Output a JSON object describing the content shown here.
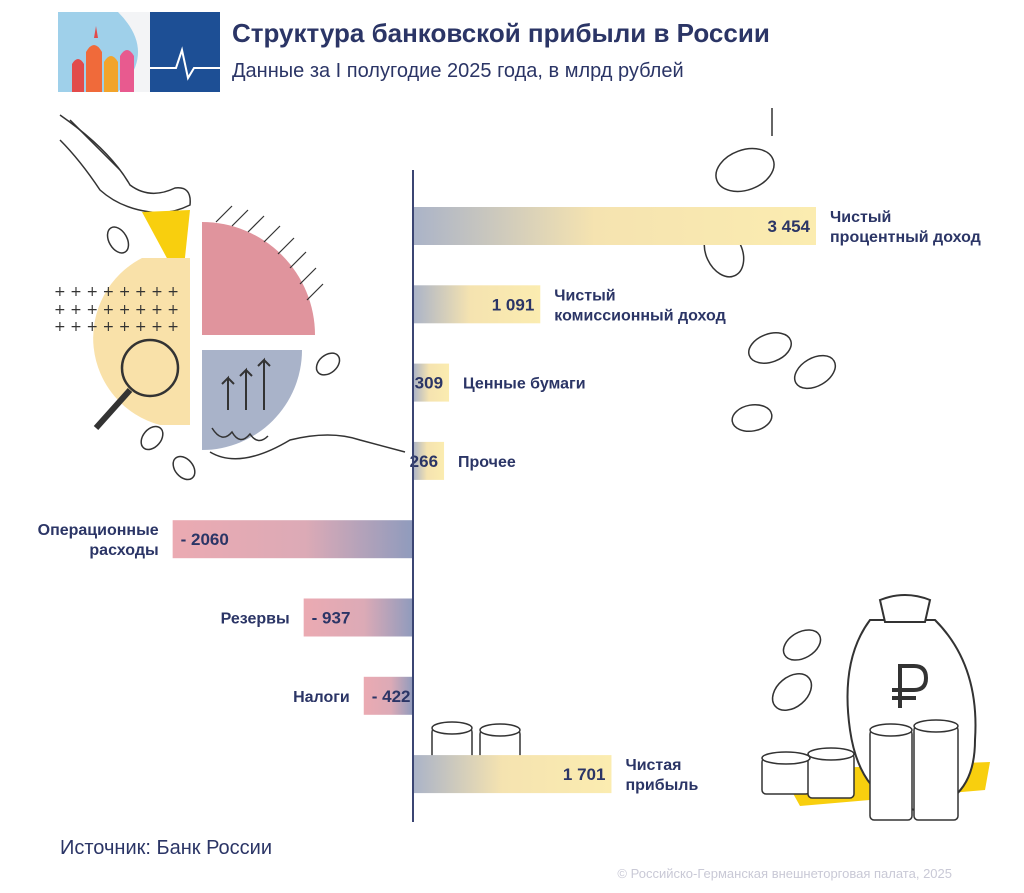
{
  "header": {
    "title": "Структура банковской прибыли в России",
    "subtitle": "Данные за I полугодие 2025 года, в млрд рублей"
  },
  "footer": {
    "source": "Источник: Банк России",
    "copyright": "© Российско-Германская внешнеторговая палата, 2025"
  },
  "colors": {
    "positive_bar_start": "#aab3c8",
    "positive_bar_end": "#fbecb0",
    "negative_bar_start": "#e8a9b1",
    "negative_bar_end": "#8f9bbd",
    "text": "#2b3566",
    "axis": "#3b4573"
  },
  "chart_data": {
    "type": "bar",
    "orientation": "horizontal",
    "categories": [
      "Чистый процентный доход",
      "Чистый комиссионный доход",
      "Ценные бумаги",
      "Прочее",
      "Операционные расходы",
      "Резервы",
      "Налоги",
      "Чистая прибыль"
    ],
    "label_lines": [
      [
        "Чистый",
        "процентный доход"
      ],
      [
        "Чистый",
        "комиссионный доход"
      ],
      [
        "Ценные бумаги"
      ],
      [
        "Прочее"
      ],
      [
        "Операционные",
        "расходы"
      ],
      [
        "Резервы"
      ],
      [
        "Налоги"
      ],
      [
        "Чистая",
        "прибыль"
      ]
    ],
    "values": [
      3454,
      1091,
      309,
      266,
      -2060,
      -937,
      -422,
      1701
    ],
    "value_labels": [
      "3 454",
      "1 091",
      "309",
      "266",
      "- 2060",
      "- 937",
      "- 422",
      "1 701"
    ],
    "title": "Структура банковской прибыли в России",
    "subtitle": "Данные за I полугодие 2025 года, в млрд рублей",
    "grid": false
  }
}
